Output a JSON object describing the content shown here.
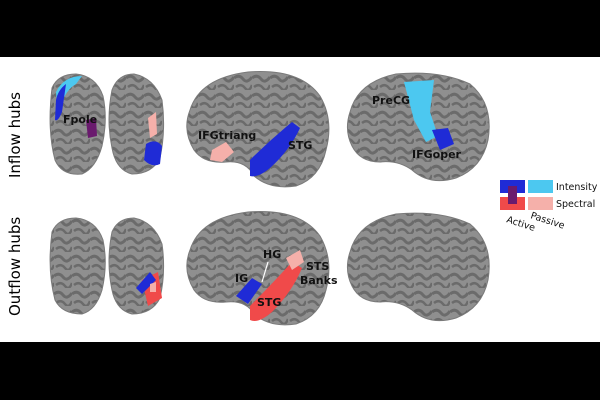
{
  "rows": {
    "inflow": "Inflow hubs",
    "outflow": "Outflow hubs"
  },
  "region_labels": {
    "fpole": "Fpole",
    "ifgtriang": "IFGtriang",
    "stg_top": "STG",
    "precg": "PreCG",
    "ifgoper": "IFGoper",
    "hg": "HG",
    "ig": "IG",
    "sts": "STS",
    "banks": "Banks",
    "stg_bottom": "STG"
  },
  "legend": {
    "intensity": "Intensity",
    "spectral": "Spectral",
    "active": "Active",
    "passive": "Passive"
  },
  "colors": {
    "background": "#000000",
    "panel": "#ffffff",
    "cortex": "#8f8f8f",
    "sulci": "#6a6a6a",
    "active_intensity": "#1f2bd6",
    "passive_intensity": "#4cc8f0",
    "active_spectral": "#f04a4a",
    "passive_spectral": "#f5b0aa",
    "overlap": "#6a1a6e"
  }
}
